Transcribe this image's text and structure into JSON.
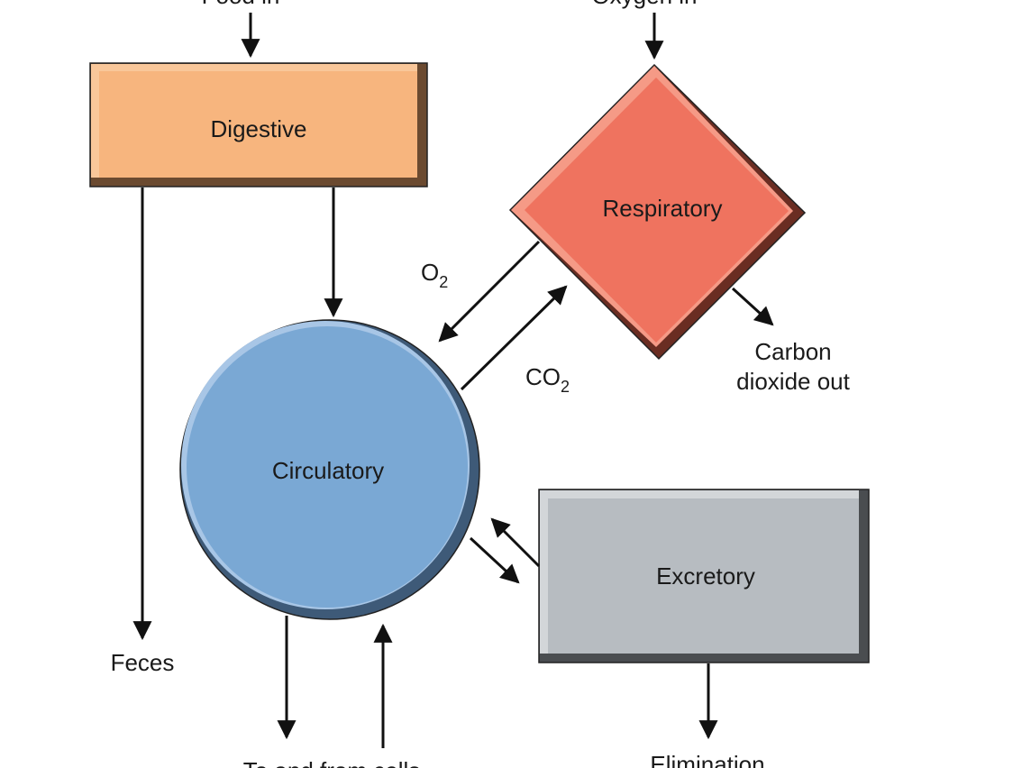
{
  "labels": {
    "food_in": "Food in",
    "oxygen_in": "Oxygen in",
    "feces": "Feces",
    "carbon_dioxide_out_line1": "Carbon",
    "carbon_dioxide_out_line2": "dioxide out",
    "o2": "O",
    "o2_sub": "2",
    "co2": "CO",
    "co2_sub": "2",
    "to_and_from_cells": "To and from cells",
    "elimination": "Elimination"
  },
  "systems": {
    "digestive": {
      "label": "Digestive",
      "color": "#f7b57e"
    },
    "respiratory": {
      "label": "Respiratory",
      "color": "#ef735f"
    },
    "circulatory": {
      "label": "Circulatory",
      "color": "#7aa8d4"
    },
    "excretory": {
      "label": "Excretory",
      "color": "#b7bcc1"
    }
  }
}
